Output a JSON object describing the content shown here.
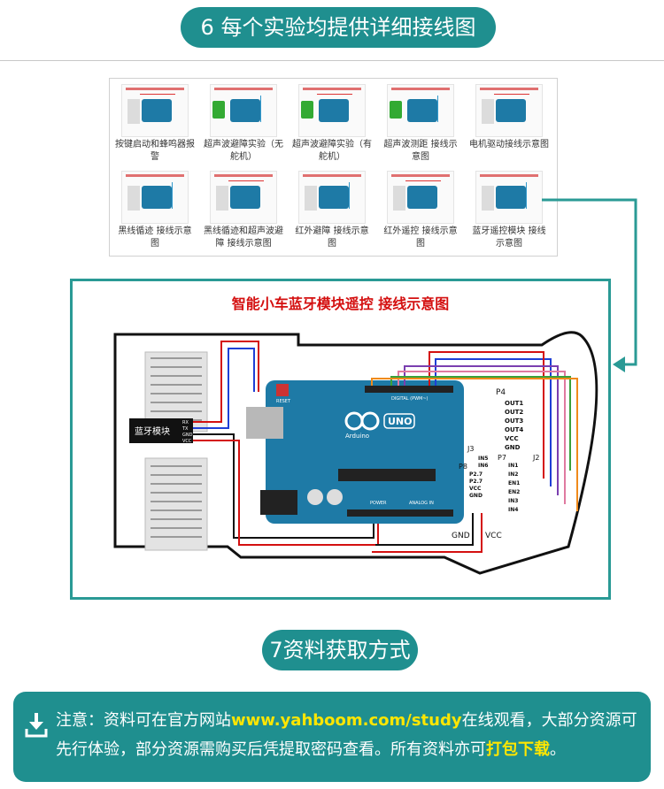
{
  "section6": {
    "title": "6 每个实验均提供详细接线图"
  },
  "gallery": {
    "thumbs": [
      {
        "caption": "按键启动和蜂鸣器报警"
      },
      {
        "caption": "超声波避障实验（无舵机）"
      },
      {
        "caption": "超声波避障实验（有舵机）"
      },
      {
        "caption": "超声波测距 接线示意图"
      },
      {
        "caption": "电机驱动接线示意图"
      },
      {
        "caption": "黑线循迹 接线示意图"
      },
      {
        "caption": "黑线循迹和超声波避障 接线示意图"
      },
      {
        "caption": "红外避障 接线示意图"
      },
      {
        "caption": "红外遥控 接线示意图"
      },
      {
        "caption": "蓝牙遥控模块 接线示意图"
      }
    ]
  },
  "wiring": {
    "title": "智能小车蓝牙模块遥控 接线示意图",
    "bt_label": "蓝牙模块",
    "bt_pins": [
      "RX",
      "TX",
      "GND",
      "VCC"
    ],
    "board_logo": "UNO",
    "board_brand": "Arduino",
    "reset": "RESET",
    "p4": "P4",
    "p4_pins": [
      "OUT1",
      "OUT2",
      "OUT3",
      "OUT4",
      "VCC",
      "GND"
    ],
    "j3": "J3",
    "j3_pins": [
      "IN5",
      "IN6"
    ],
    "p8": "P8",
    "p8_pins": [
      "P2.7",
      "P2.7",
      "VCC",
      "GND"
    ],
    "p7": "P7",
    "p7_pins": [
      "IN1",
      "IN2",
      "EN1",
      "EN2",
      "IN3",
      "IN4"
    ],
    "j2": "J2",
    "gnd": "GND",
    "vcc": "VCC",
    "digital_label": "DIGITAL (PWM~)",
    "power_label": "POWER",
    "analog_label": "ANALOG IN"
  },
  "section7": {
    "title": "7资料获取方式"
  },
  "note": {
    "prefix": "注意：资料可在官方网站",
    "url": "www.yahboom.com/study",
    "middle": "在线观看，大部分资源可先行体验，部分资源需购买后凭提取密码查看。所有资料亦可",
    "download": "打包下载",
    "end": "。"
  },
  "colors": {
    "teal": "#1f8f8f",
    "frame": "#2a9a95",
    "title_red": "#d41010",
    "highlight": "#ffe600",
    "board": "#1e7aa6"
  }
}
